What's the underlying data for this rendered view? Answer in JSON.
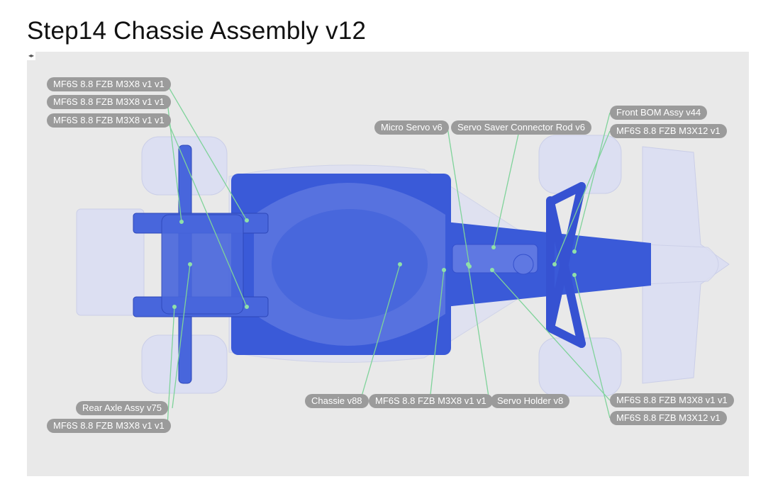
{
  "page": {
    "title": "Step14 Chassie Assembly v12"
  },
  "viewport": {
    "handle_icon": "view-toggle-icon"
  },
  "callouts": [
    "MF6S 8.8 FZB M3X8 v1 v1",
    "MF6S 8.8 FZB M3X8 v1 v1",
    "MF6S 8.8 FZB M3X8 v1 v1",
    "Micro Servo v6",
    "Servo Saver Connector Rod v6",
    "Front BOM Assy v44",
    "MF6S 8.8 FZB M3X12 v1",
    "Rear Axle Assy v75",
    "MF6S 8.8 FZB M3X8 v1 v1",
    "Chassie v88",
    "MF6S 8.8 FZB M3X8 v1 v1",
    "Servo Holder v8",
    "MF6S 8.8 FZB M3X8 v1 v1",
    "MF6S 8.8 FZB M3X12 v1"
  ],
  "colors": {
    "chassis_blue": "#3a5ad8",
    "ghost_parts": "#d9dcf2",
    "leader_line": "#7fd39a",
    "callout_bg": "#9b9b9b",
    "viewport_bg": "#e9e9e9"
  }
}
